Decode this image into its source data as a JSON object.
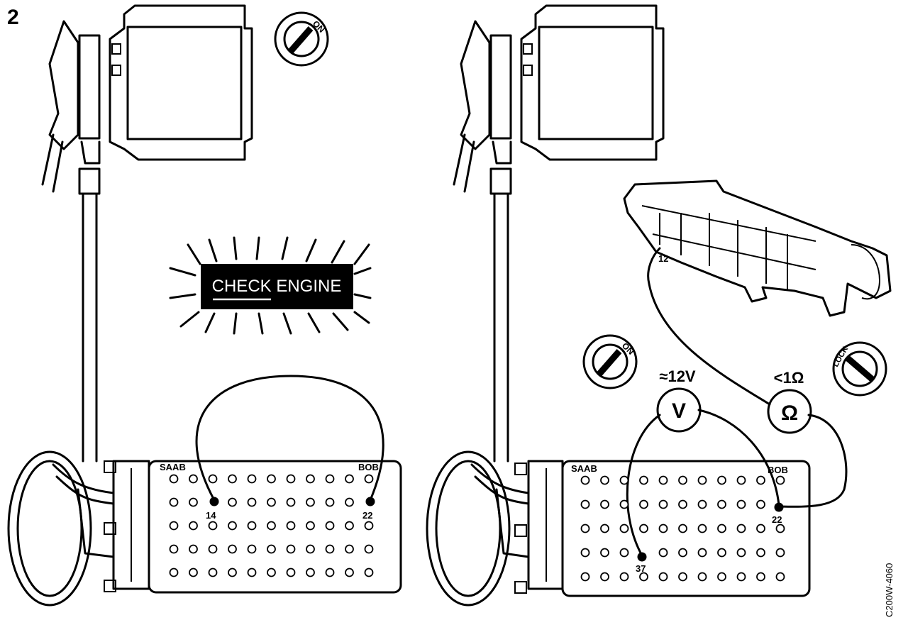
{
  "step_number": "2",
  "figure_code": "C200W-4060",
  "warning_lamp": {
    "text": "CHECK ENGINE"
  },
  "ignition": {
    "on_label": "ON",
    "lock_label": "LOCK"
  },
  "breakout_box": {
    "left_label": "SAAB",
    "right_label": "BOB"
  },
  "left_panel": {
    "pins": [
      "14",
      "22"
    ]
  },
  "right_panel": {
    "pins": [
      "37",
      "22"
    ],
    "voltmeter": {
      "symbol": "V",
      "reading": "≈12V"
    },
    "ohmmeter": {
      "symbol": "Ω",
      "reading": "<1Ω"
    },
    "connector_pin": "12"
  }
}
